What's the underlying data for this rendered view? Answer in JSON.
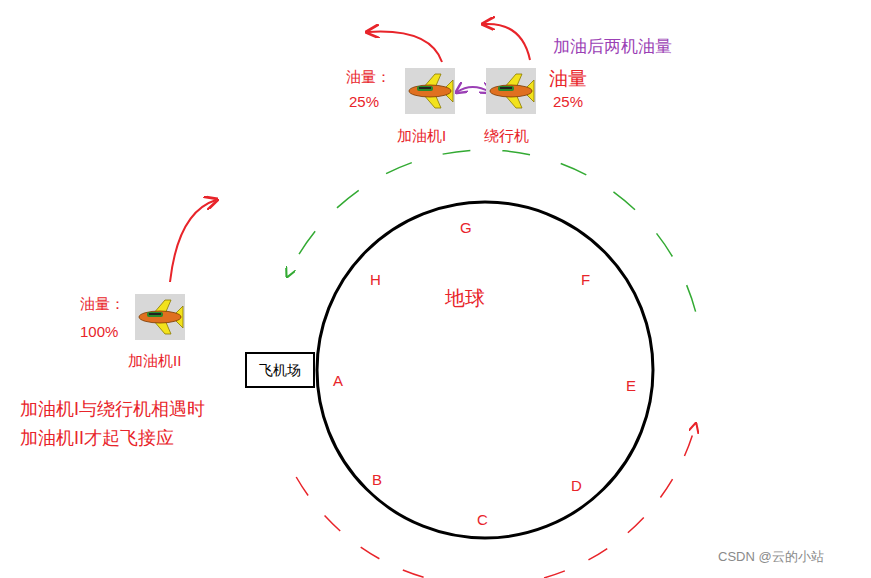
{
  "diagram": {
    "nodes": [
      {
        "text": [
          "地球"
        ]
      },
      {
        "text": [
          "飞机场"
        ]
      }
    ],
    "labels": [
      "加油后两机油量",
      "油量：",
      "25%",
      "油量",
      "25%",
      "加油机I",
      "绕行机",
      "油量：",
      "100%",
      "加油机II",
      "加油机I与绕行机相遇时",
      "加油机II才起飞接应",
      "G",
      "H",
      "F",
      "A",
      "E",
      "B",
      "C",
      "D",
      "CSDN @云的小站"
    ]
  }
}
